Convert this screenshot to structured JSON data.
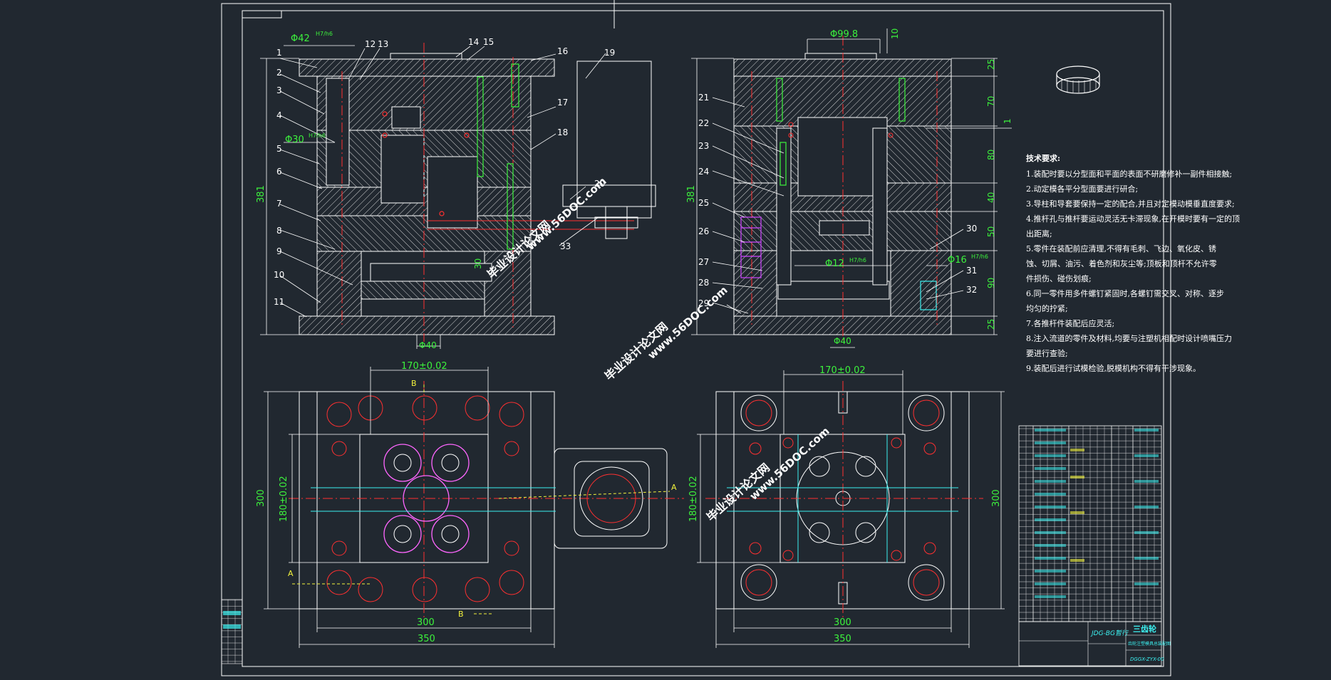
{
  "drawing": {
    "part_numbers_left": [
      "1",
      "2",
      "3",
      "4",
      "5",
      "6",
      "7",
      "8",
      "9",
      "10",
      "11",
      "12",
      "13",
      "14",
      "15",
      "16",
      "17",
      "18",
      "19",
      "20",
      "33"
    ],
    "part_numbers_right": [
      "21",
      "22",
      "23",
      "24",
      "25",
      "26",
      "27",
      "28",
      "29",
      "30",
      "31",
      "32"
    ],
    "dims_left_top": {
      "phi42": "Φ42",
      "phi30": "Φ30",
      "h381": "381",
      "phi40": "Φ40",
      "d30": "30"
    },
    "dims_right_top": {
      "phi998": "Φ99.8",
      "d10": "10",
      "h381": "381",
      "phi12": "Φ12",
      "phi16": "Φ16",
      "phi40": "Φ40",
      "d1": "1"
    },
    "right_stack_dims": [
      "25",
      "70",
      "80",
      "40",
      "50",
      "90",
      "25"
    ],
    "tol_suffix": "H7/h6",
    "bottom_left": {
      "w170": "170±0.02",
      "h180": "180±0.02",
      "h300": "300",
      "w300": "300",
      "w350": "350",
      "secA": "A",
      "secB": "B"
    },
    "bottom_right": {
      "w170": "170±0.02",
      "h180": "180±0.02",
      "h300": "300",
      "w300": "300",
      "w350": "350",
      "secA": "A"
    }
  },
  "tech_requirements": {
    "title": "技术要求:",
    "lines": [
      "1.装配时要以分型面和平面的表面不研磨修补一副件相接触;",
      "2.动定模各平分型面要进行研合;",
      "3.导柱和导套要保持一定的配合,并且对定模动模垂直度要求;",
      "4.推杆孔与推杆要运动灵活无卡滞现象,在开模时要有一定的顶",
      "出距离;",
      "5.零件在装配前应清理,不得有毛刺、飞边、氧化皮、锈",
      "蚀、切屑、油污、着色剂和灰尘等;顶板和顶杆不允许零",
      "件损伤、碰伤划痕;",
      "6.同一零件用多件螺钉紧固时,各螺钉需交叉、对称、逐步",
      "均匀的拧紧;",
      "7.各推杆件装配后应灵活;",
      "8.注入流道的零件及材料,均要与注塑机相配时设计喷嘴压力",
      "要进行查验;",
      "9.装配后进行试模检验,脱模机构不得有干涉现象。"
    ]
  },
  "watermarks": [
    "毕业设计论文网",
    "www.56DOC.com"
  ],
  "title_block": {
    "drawing_no": "JDG-BG暂行",
    "name": "三齿轮",
    "subtitle": "齿轮注塑模具总装配图",
    "code": "DGGX-ZYX-00"
  }
}
